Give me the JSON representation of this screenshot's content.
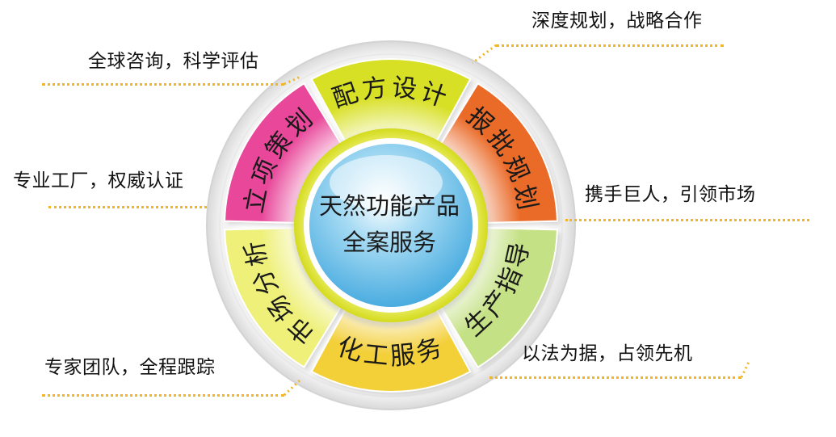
{
  "center": {
    "line1": "天然功能产品",
    "line2": "全案服务"
  },
  "segments": [
    {
      "id": "market-analysis",
      "label": "市场分析",
      "color": "#eef07a"
    },
    {
      "id": "project-planning",
      "label": "立项策划",
      "color": "#e8479a"
    },
    {
      "id": "formula-design",
      "label": "配方设计",
      "color": "#d8e026"
    },
    {
      "id": "approval-planning",
      "label": "报批规划",
      "color": "#ea6a28"
    },
    {
      "id": "production-guidance",
      "label": "生产指导",
      "color": "#c5e186"
    },
    {
      "id": "chemical-service",
      "label": "化工服务",
      "color": "#f3cf38"
    }
  ],
  "callouts": [
    {
      "id": "global-consulting",
      "text": "全球咨询，科学评估"
    },
    {
      "id": "deep-planning",
      "text": "深度规划，战略合作"
    },
    {
      "id": "professional-factory",
      "text": "专业工厂，权威认证"
    },
    {
      "id": "hand-in-hand",
      "text": "携手巨人，引领市场"
    },
    {
      "id": "expert-team",
      "text": "专家团队，全程跟踪"
    },
    {
      "id": "law-based",
      "text": "以法为据，占领先机"
    }
  ]
}
